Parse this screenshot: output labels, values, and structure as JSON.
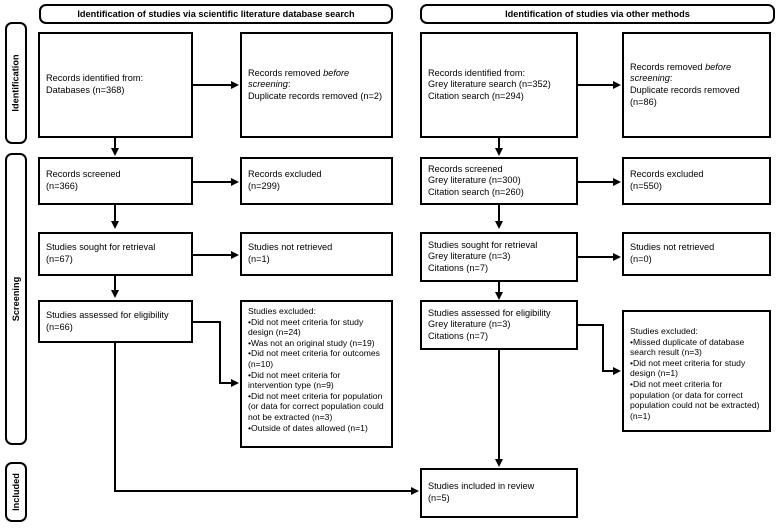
{
  "banners": {
    "left": "Identification of studies via scientific literature database search",
    "right": "Identification of studies via other methods"
  },
  "stages": {
    "identification": "Identification",
    "screening": "Screening",
    "included": "Included"
  },
  "left_column": {
    "records_identified": "Records identified from:\nDatabases (n=368)",
    "records_removed_line1": "Records removed ",
    "records_removed_italic1": "before",
    "records_removed_italic2": "screening",
    "records_removed_line2": ":\nDuplicate records removed (n=2)",
    "records_screened": "Records screened\n(n=366)",
    "records_excluded": "Records excluded\n(n=299)",
    "studies_sought": "Studies sought for retrieval\n(n=67)",
    "studies_not_retrieved": "Studies not retrieved\n(n=1)",
    "studies_assessed": "Studies assessed for eligibility\n(n=66)",
    "studies_excluded": "Studies excluded:\n•Did not meet criteria for study design (n=24)\n•Was not an original study (n=19)\n•Did not meet criteria for outcomes (n=10)\n•Did not meet criteria for intervention type (n=9)\n•Did not meet criteria for population (or data for correct population could not be extracted (n=3)\n•Outside of dates allowed (n=1)"
  },
  "right_column": {
    "records_identified": "Records identified from:\nGrey literature search (n=352)\nCitation search (n=294)",
    "records_removed_line1": "Records removed ",
    "records_removed_italic1": "before",
    "records_removed_italic2": "screening",
    "records_removed_line2": ":\nDuplicate records removed (n=86)",
    "records_screened": "Records screened\nGrey literature (n=300)\nCitation search (n=260)",
    "records_excluded": "Records excluded\n(n=550)",
    "studies_sought": "Studies sought for retrieval\nGrey literature (n=3)\nCitations (n=7)",
    "studies_not_retrieved": "Studies not retrieved\n(n=0)",
    "studies_assessed": "Studies assessed for eligibility\nGrey literature (n=3)\nCitations (n=7)",
    "studies_excluded": "Studies excluded:\n•Missed duplicate of database search result (n=3)\n•Did not meet criteria for study design (n=1)\n•Did not meet criteria for population (or data for correct population could not be extracted) (n=1)"
  },
  "final": {
    "studies_included": "Studies included in review\n(n=5)"
  },
  "colors": {
    "stroke": "#000000",
    "background": "#ffffff"
  }
}
